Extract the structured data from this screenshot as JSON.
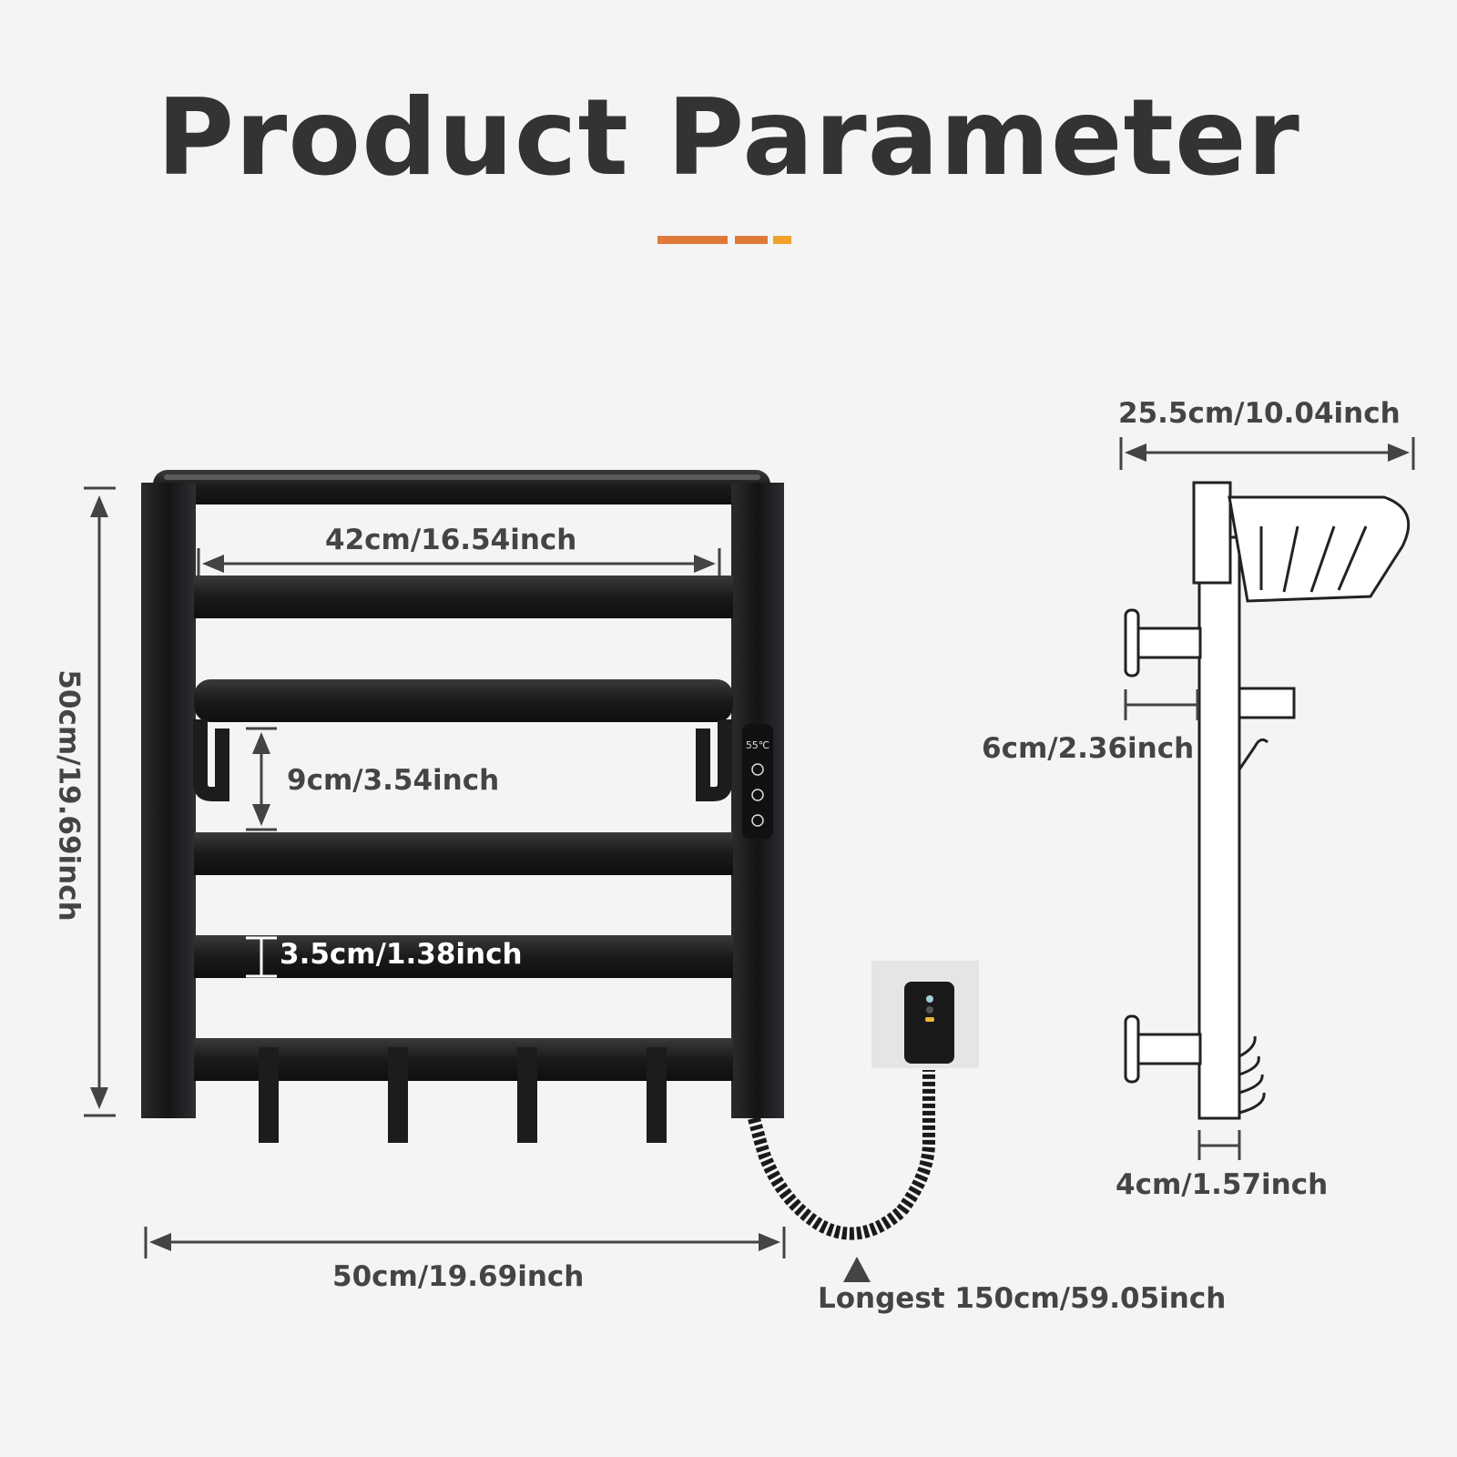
{
  "title": "Product Parameter",
  "accent_colors": [
    "#e07a3b",
    "#e07a3b",
    "#f0a22c"
  ],
  "colors": {
    "background": "#f4f4f4",
    "text": "#444444",
    "rack": "#1c1c1c"
  },
  "front_view": {
    "height": "50cm/19.69inch",
    "width": "50cm/19.69inch",
    "inner_width": "42cm/16.54inch",
    "bar_spacing": "9cm/3.54inch",
    "bar_thickness": "3.5cm/1.38inch",
    "display_temperature": "55℃",
    "control_icons": [
      "display-icon",
      "clock-icon",
      "temperature-icon",
      "power-icon"
    ]
  },
  "cord": {
    "length": "Longest 150cm/59.05inch"
  },
  "side_view": {
    "depth": "25.5cm/10.04inch",
    "hook_depth": "6cm/2.36inch",
    "frame_thickness": "4cm/1.57inch"
  }
}
